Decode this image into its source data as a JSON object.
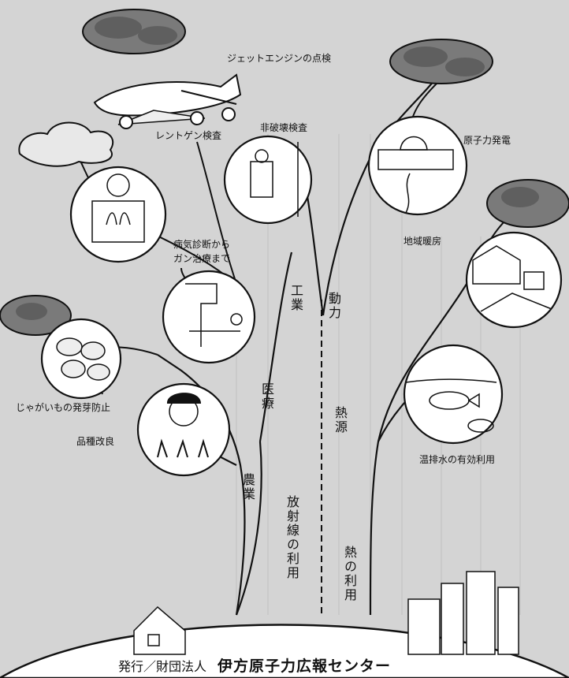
{
  "colors": {
    "background": "#d4d4d4",
    "ink": "#111111",
    "paper": "#ffffff"
  },
  "labels": {
    "jet_engine": "ジェットエンジンの点検",
    "ndt": "非破壊検査",
    "xray": "レントゲン検査",
    "nuclear_power": "原子力発電",
    "diagnosis_line1": "病気診断から",
    "diagnosis_line2": "ガン治療まで",
    "district_heating": "地域暖房",
    "potato": "じゃがいもの発芽防止",
    "breeding": "品種改良",
    "warm_water": "温排水の有効利用"
  },
  "trunk_labels": {
    "industry": "工業",
    "power": "動力",
    "medical": "医療",
    "heat_source": "熱源",
    "agriculture": "農業",
    "radiation_use": "放射線の利用",
    "heat_use": "熱の利用"
  },
  "footer": {
    "publisher": "発行／財団法人",
    "organization": "伊方原子力広報センター"
  }
}
